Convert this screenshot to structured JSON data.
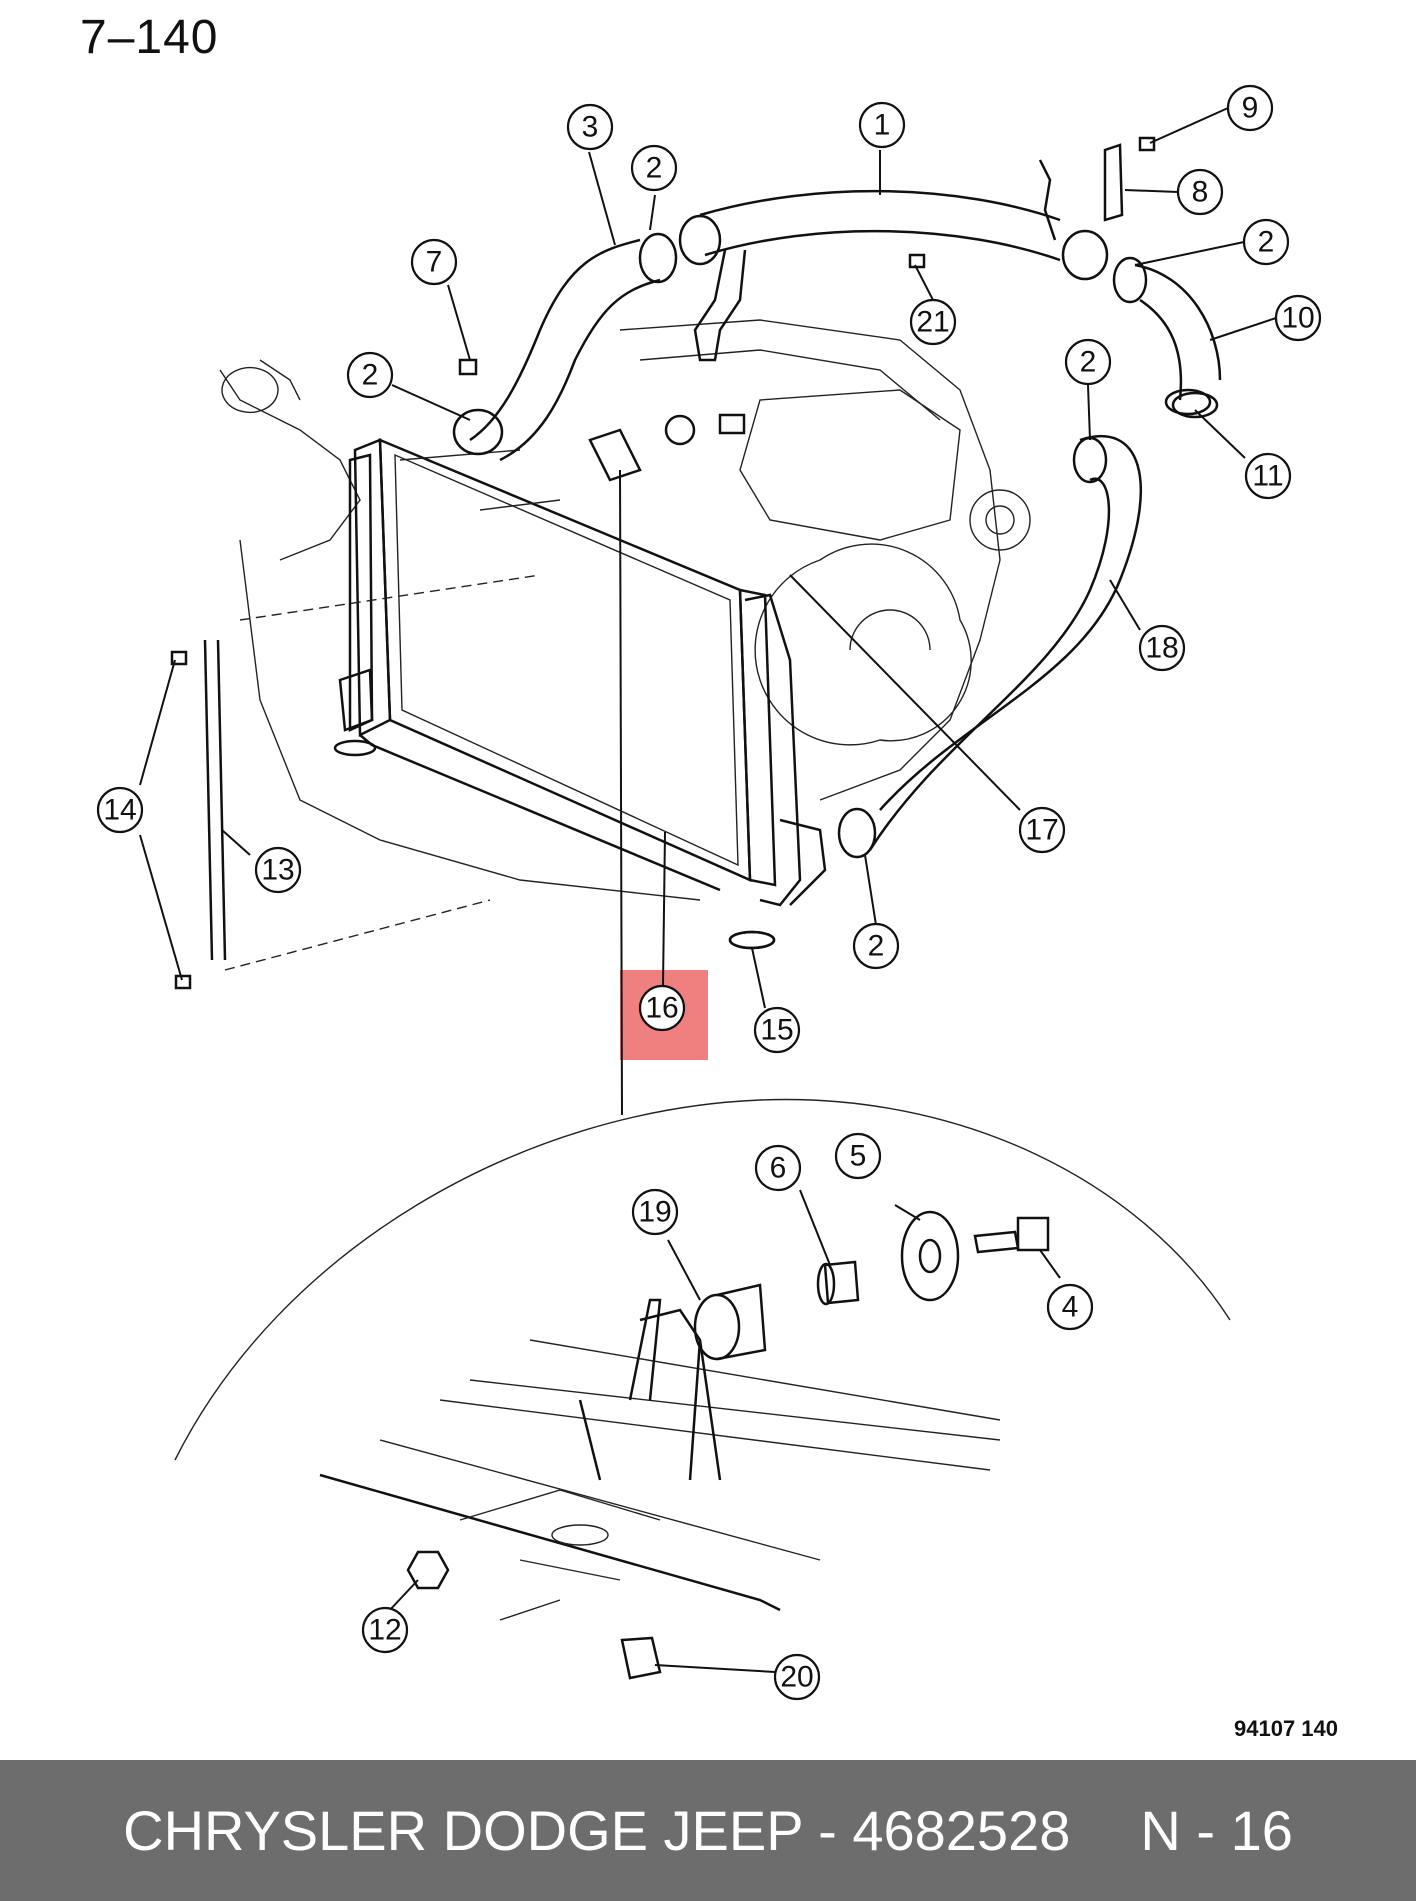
{
  "page": {
    "number": "7–140",
    "figure_code": "94107  140"
  },
  "highlight": {
    "color": "#f08080",
    "callout": "16"
  },
  "callouts": [
    "1",
    "2",
    "3",
    "4",
    "5",
    "6",
    "7",
    "8",
    "9",
    "10",
    "11",
    "12",
    "13",
    "14",
    "15",
    "16",
    "17",
    "18",
    "19",
    "20",
    "21"
  ],
  "footer": {
    "brand": "CHRYSLER DODGE JEEP - 4682528",
    "position": "N - 16",
    "background": "#6d6d6d"
  }
}
